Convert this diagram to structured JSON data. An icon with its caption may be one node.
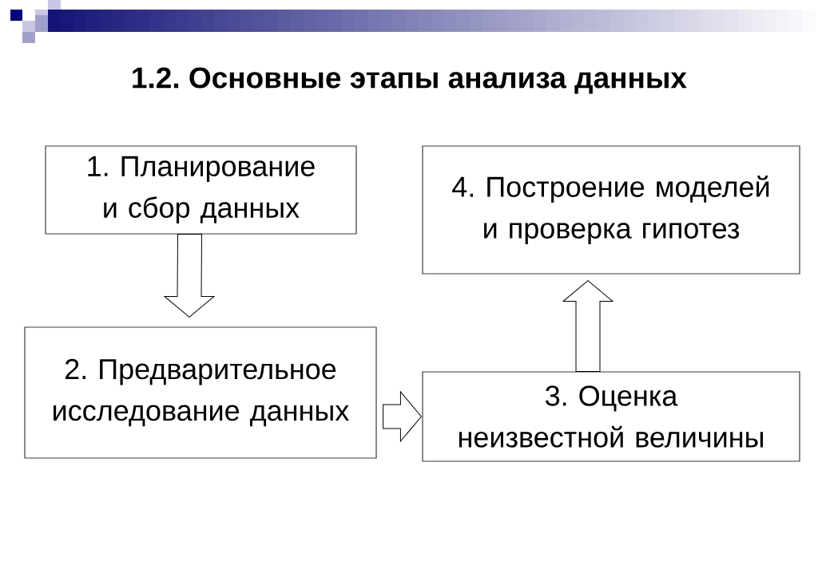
{
  "diagram": {
    "title": "1.2. Основные этапы анализа данных",
    "nodes": [
      {
        "text": [
          "1. Планирование и сбор данных"
        ]
      },
      {
        "text": [
          "4. Построение моделей и проверка гипотез"
        ]
      },
      {
        "text": [
          "2. Предварительное исследование данных"
        ]
      },
      {
        "text": [
          "3. Оценка неизвестной величины"
        ]
      }
    ],
    "edges": [
      {
        "from": 0,
        "to": 2,
        "arrow": "to"
      },
      {
        "from": 2,
        "to": 3,
        "arrow": "to"
      },
      {
        "from": 3,
        "to": 1,
        "arrow": "to"
      }
    ]
  }
}
